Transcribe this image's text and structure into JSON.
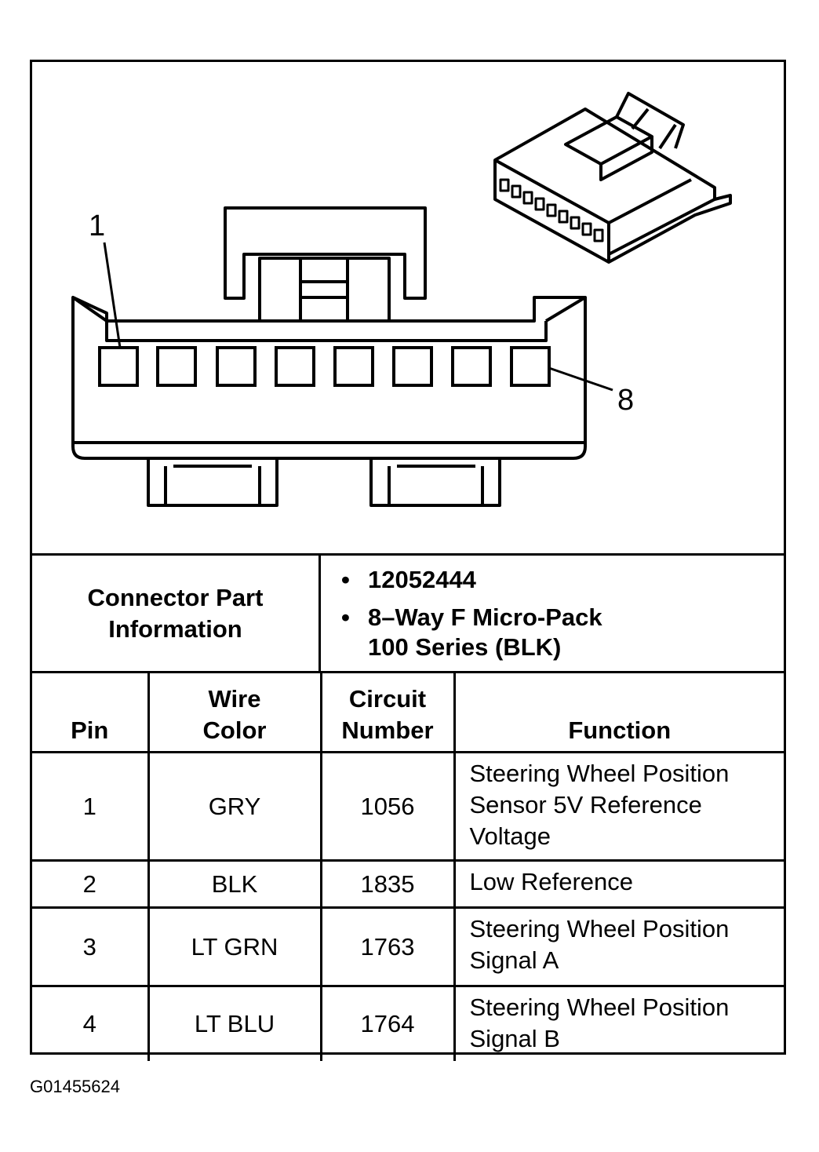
{
  "figure_id": "G01455624",
  "diagram": {
    "pin_first": "1",
    "pin_last": "8"
  },
  "connector_info": {
    "label": "Connector Part\nInformation",
    "items": [
      "12052444",
      "8–Way F Micro-Pack\n100 Series (BLK)"
    ]
  },
  "table": {
    "headers": [
      "Pin",
      "Wire\nColor",
      "Circuit\nNumber",
      "Function"
    ],
    "rows": [
      {
        "pin": "1",
        "color": "GRY",
        "circuit": "1056",
        "function": "Steering Wheel Position\nSensor 5V Reference\nVoltage"
      },
      {
        "pin": "2",
        "color": "BLK",
        "circuit": "1835",
        "function": "Low Reference"
      },
      {
        "pin": "3",
        "color": "LT GRN",
        "circuit": "1763",
        "function": "Steering Wheel Position\nSignal A"
      },
      {
        "pin": "4",
        "color": "LT BLU",
        "circuit": "1764",
        "function": "Steering Wheel Position\nSignal B"
      }
    ]
  }
}
